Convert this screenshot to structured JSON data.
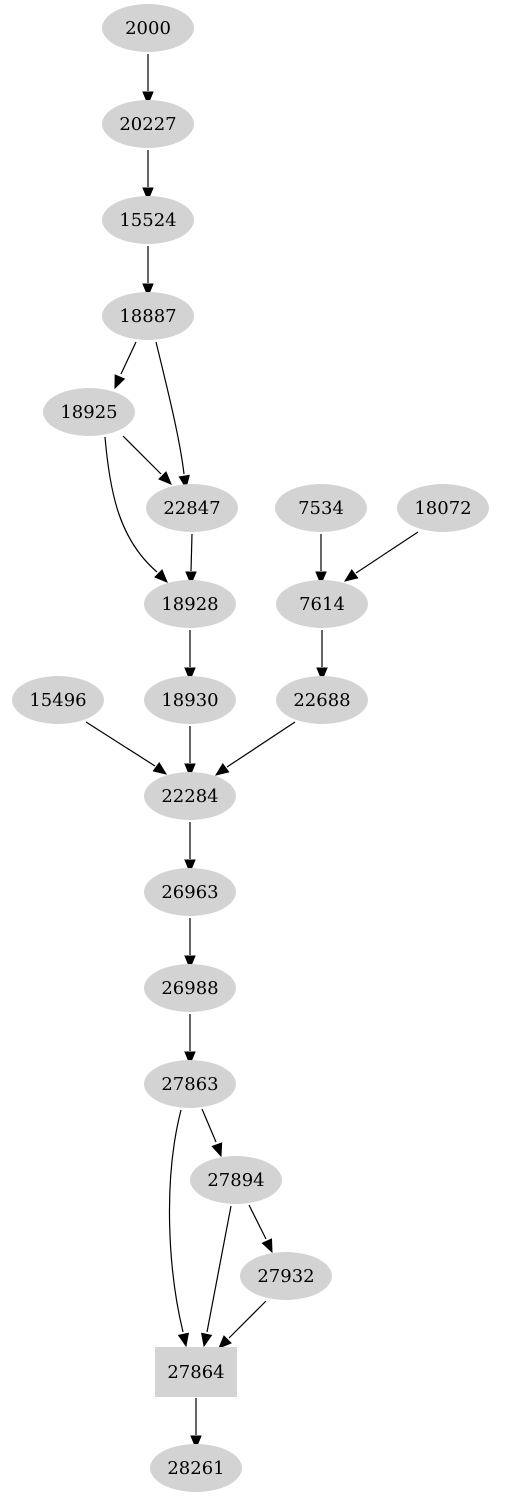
{
  "nodes": [
    {
      "id": "n2000",
      "label": "2000",
      "shape": "ellipse"
    },
    {
      "id": "n20227",
      "label": "20227",
      "shape": "ellipse"
    },
    {
      "id": "n15524",
      "label": "15524",
      "shape": "ellipse"
    },
    {
      "id": "n18887",
      "label": "18887",
      "shape": "ellipse"
    },
    {
      "id": "n18925",
      "label": "18925",
      "shape": "ellipse"
    },
    {
      "id": "n22847",
      "label": "22847",
      "shape": "ellipse"
    },
    {
      "id": "n7534",
      "label": "7534",
      "shape": "ellipse"
    },
    {
      "id": "n18072",
      "label": "18072",
      "shape": "ellipse"
    },
    {
      "id": "n18928",
      "label": "18928",
      "shape": "ellipse"
    },
    {
      "id": "n7614",
      "label": "7614",
      "shape": "ellipse"
    },
    {
      "id": "n15496",
      "label": "15496",
      "shape": "ellipse"
    },
    {
      "id": "n18930",
      "label": "18930",
      "shape": "ellipse"
    },
    {
      "id": "n22688",
      "label": "22688",
      "shape": "ellipse"
    },
    {
      "id": "n22284",
      "label": "22284",
      "shape": "ellipse"
    },
    {
      "id": "n26963",
      "label": "26963",
      "shape": "ellipse"
    },
    {
      "id": "n26988",
      "label": "26988",
      "shape": "ellipse"
    },
    {
      "id": "n27863",
      "label": "27863",
      "shape": "ellipse"
    },
    {
      "id": "n27894",
      "label": "27894",
      "shape": "ellipse"
    },
    {
      "id": "n27932",
      "label": "27932",
      "shape": "ellipse"
    },
    {
      "id": "n27864",
      "label": "27864",
      "shape": "box"
    },
    {
      "id": "n28261",
      "label": "28261",
      "shape": "ellipse"
    }
  ],
  "edges": [
    {
      "from": "n2000",
      "to": "n20227"
    },
    {
      "from": "n20227",
      "to": "n15524"
    },
    {
      "from": "n15524",
      "to": "n18887"
    },
    {
      "from": "n18887",
      "to": "n18925"
    },
    {
      "from": "n18887",
      "to": "n22847"
    },
    {
      "from": "n18925",
      "to": "n22847"
    },
    {
      "from": "n18925",
      "to": "n18928"
    },
    {
      "from": "n22847",
      "to": "n18928"
    },
    {
      "from": "n7534",
      "to": "n7614"
    },
    {
      "from": "n18072",
      "to": "n7614"
    },
    {
      "from": "n18928",
      "to": "n18930"
    },
    {
      "from": "n7614",
      "to": "n22688"
    },
    {
      "from": "n15496",
      "to": "n22284"
    },
    {
      "from": "n18930",
      "to": "n22284"
    },
    {
      "from": "n22688",
      "to": "n22284"
    },
    {
      "from": "n22284",
      "to": "n26963"
    },
    {
      "from": "n26963",
      "to": "n26988"
    },
    {
      "from": "n26988",
      "to": "n27863"
    },
    {
      "from": "n27863",
      "to": "n27894"
    },
    {
      "from": "n27863",
      "to": "n27864"
    },
    {
      "from": "n27894",
      "to": "n27932"
    },
    {
      "from": "n27894",
      "to": "n27864"
    },
    {
      "from": "n27932",
      "to": "n27864"
    },
    {
      "from": "n27864",
      "to": "n28261"
    }
  ],
  "colors": {
    "node_fill": "#d3d3d3",
    "edge": "#000000",
    "text": "#000000",
    "background": "#ffffff"
  }
}
